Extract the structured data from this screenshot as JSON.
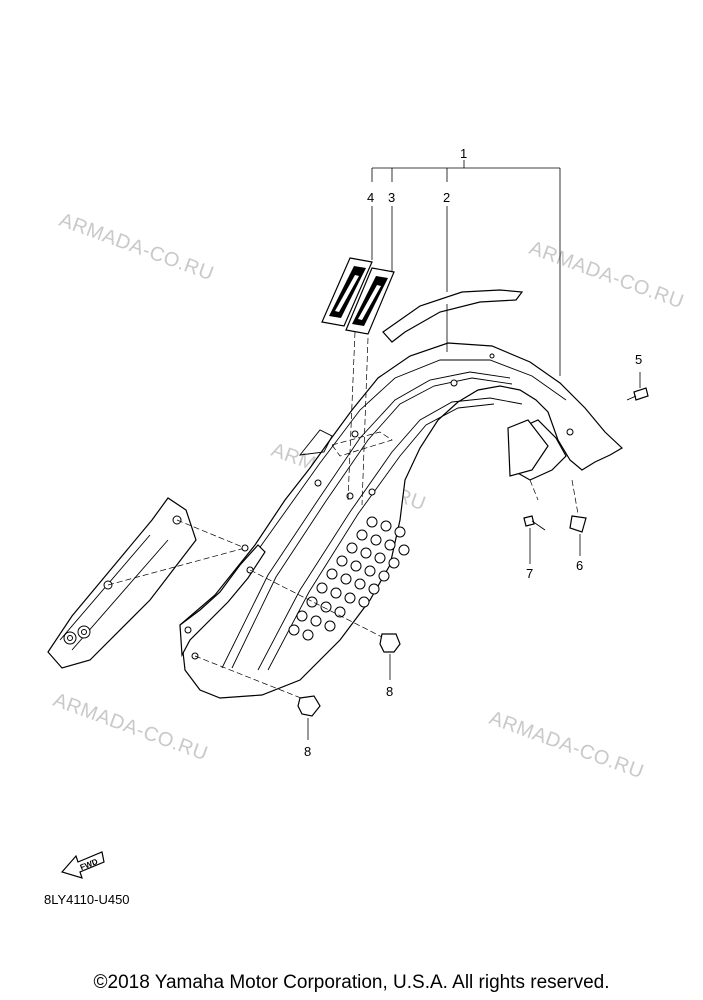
{
  "watermarks": [
    "ARMADA-CO.RU",
    "ARMADA-CO.RU",
    "ARMADA-CO.RU",
    "ARMADA-CO.RU",
    "ARMADA-CO.RU"
  ],
  "callouts": {
    "p1": "1",
    "p2": "2",
    "p3": "3",
    "p4": "4",
    "p5": "5",
    "p6": "6",
    "p7": "7",
    "p8a": "8",
    "p8b": "8"
  },
  "fwd_label": "FWD",
  "diagram_code": "8LY4110-U450",
  "copyright": "©2018 Yamaha Motor Corporation, U.S.A. All rights reserved."
}
